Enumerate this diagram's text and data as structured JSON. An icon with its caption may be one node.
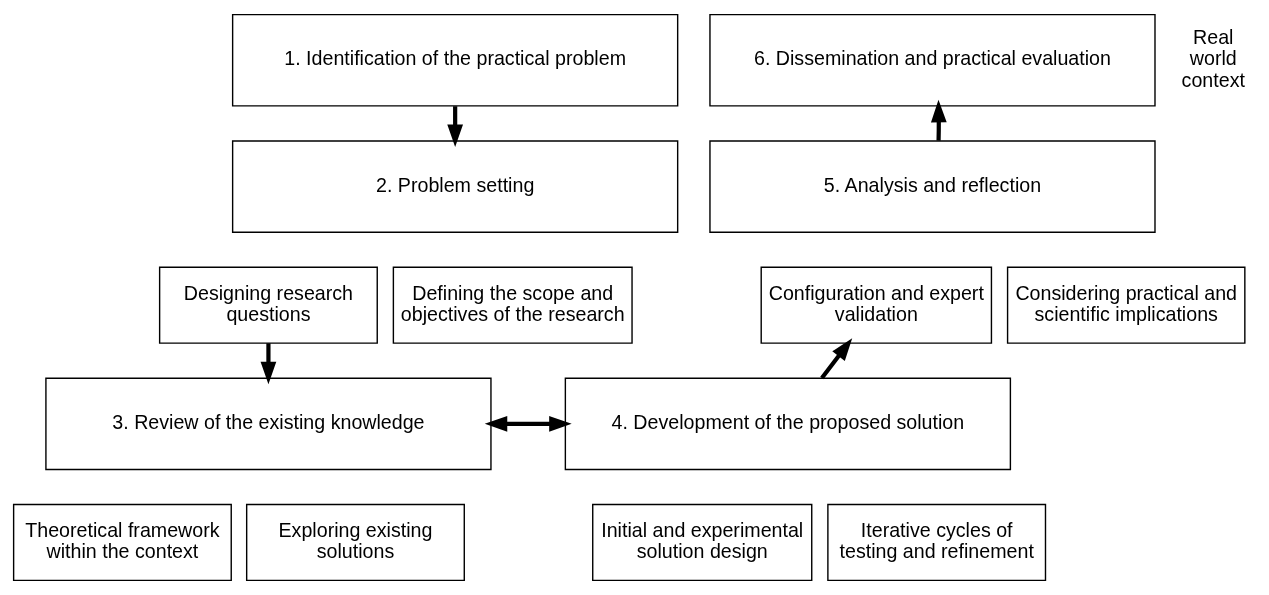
{
  "diagram": {
    "nodes": [
      {
        "text": [
          "1. Identification of the practical problem"
        ]
      },
      {
        "text": [
          "6. Dissemination and practical evaluation"
        ]
      },
      {
        "text": [
          "2. Problem setting"
        ]
      },
      {
        "text": [
          "Designing research questions"
        ]
      },
      {
        "text": [
          "Defining the scope and objectives of the research"
        ]
      },
      {
        "text": [
          "5. Analysis and reflection"
        ]
      },
      {
        "text": [
          "Configuration and expert validation"
        ]
      },
      {
        "text": [
          "Considering practical and scientific implications"
        ]
      },
      {
        "text": [
          "3. Review of the existing knowledge"
        ]
      },
      {
        "text": [
          "4. Development of the proposed solution"
        ]
      },
      {
        "text": [
          "Theoretical framework within the context"
        ]
      },
      {
        "text": [
          "Exploring existing solutions"
        ]
      },
      {
        "text": [
          "Initial and experimental solution design"
        ]
      },
      {
        "text": [
          "Iterative cycles of testing and refinement"
        ]
      }
    ],
    "edges": [
      {
        "from": 0,
        "to": 2,
        "arrow": "to"
      },
      {
        "from": 3,
        "to": 8,
        "arrow": "to"
      },
      {
        "from": 8,
        "to": 9,
        "arrow": "both"
      },
      {
        "from": 9,
        "to": 6,
        "arrow": "to"
      },
      {
        "from": 5,
        "to": 1,
        "arrow": "to"
      }
    ],
    "labels": [
      "Real world context"
    ]
  }
}
